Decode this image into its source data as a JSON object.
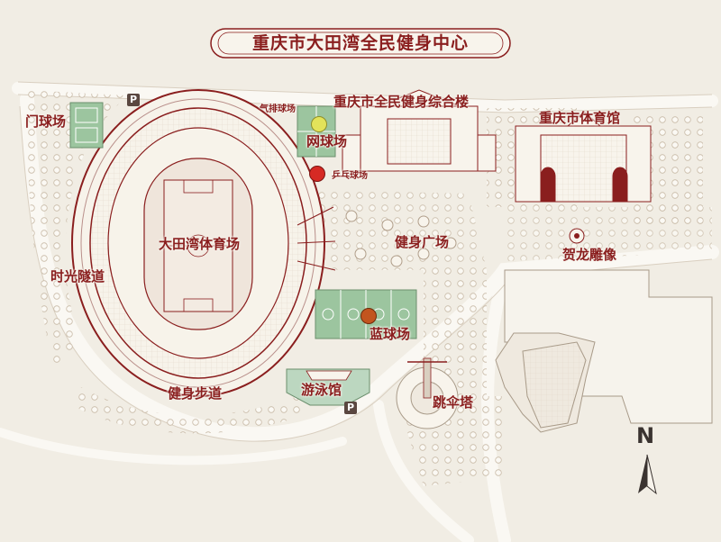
{
  "title": "重庆市大田湾全民健身中心",
  "labels": {
    "gate_ball": "门球场",
    "volleyball": "气排球场",
    "tennis": "网球场",
    "pingpong": "乒乓球场",
    "fitness_building": "重庆市全民健身综合楼",
    "gym_hall": "重庆市体育馆",
    "stadium": "大田湾体育场",
    "fitness_square": "健身广场",
    "helong_statue": "贺龙雕像",
    "time_tunnel": "时光隧道",
    "basketball": "蓝球场",
    "walking_path": "健身步道",
    "swimming": "游泳馆",
    "parachute_tower": "跳伞塔"
  },
  "parking": {
    "symbol": "P"
  },
  "compass": {
    "north": "N"
  },
  "colors": {
    "background": "#f1ede4",
    "accent": "#8a1e1e",
    "court_green": "#9cc59f",
    "road": "#f8f6f1"
  },
  "icons": {
    "tennis": "tennis-ball-icon",
    "pingpong": "ping-pong-paddle-icon",
    "basketball": "basketball-icon",
    "parking": "parking-icon",
    "compass": "north-arrow-icon"
  }
}
